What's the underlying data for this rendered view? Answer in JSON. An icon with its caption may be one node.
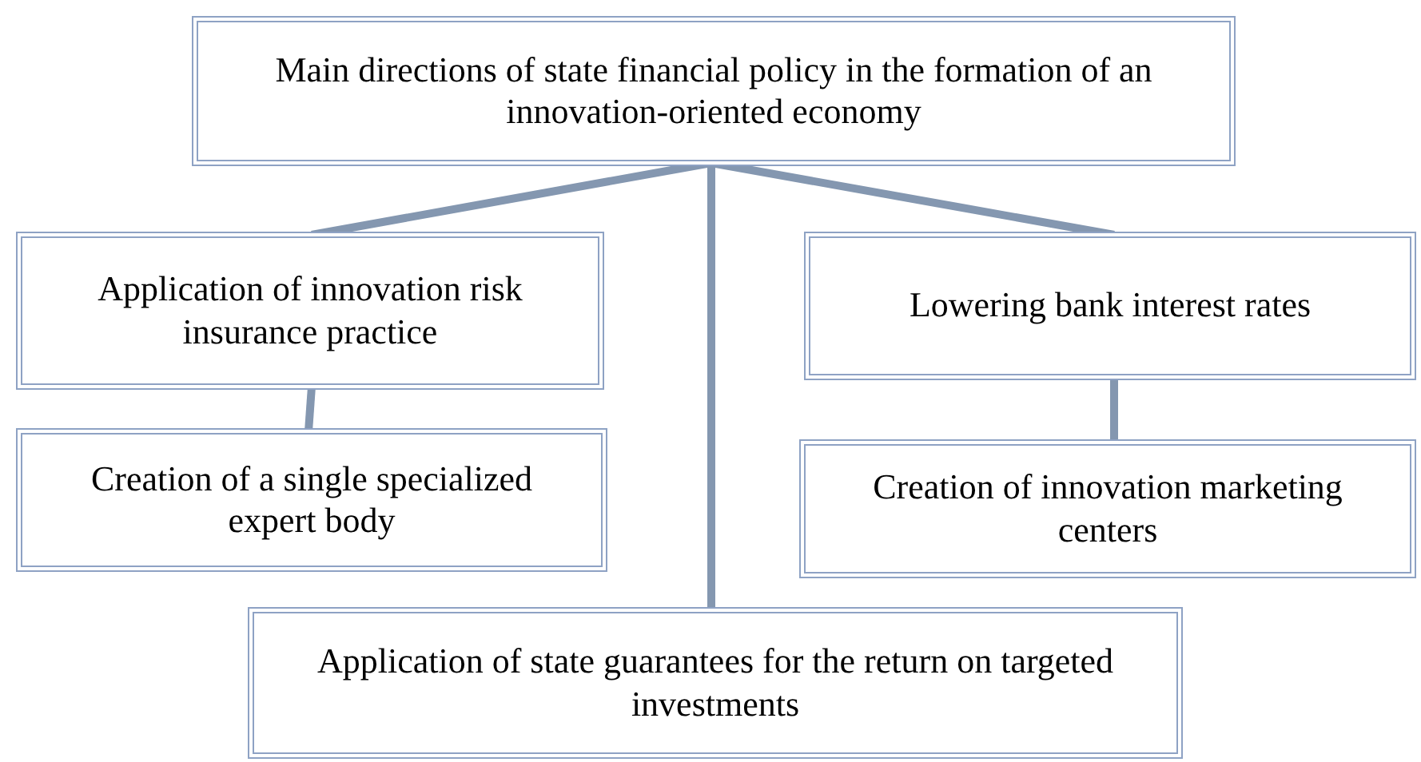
{
  "diagram": {
    "nodes": [
      {
        "text": [
          "Main directions of state financial policy in the formation of an innovation-oriented economy"
        ]
      },
      {
        "text": [
          "Application of innovation risk insurance practice"
        ]
      },
      {
        "text": [
          "Creation of a single specialized expert body"
        ]
      },
      {
        "text": [
          "Lowering bank interest rates"
        ]
      },
      {
        "text": [
          "Creation of innovation marketing centers"
        ]
      },
      {
        "text": [
          "Application of state guarantees for the return on targeted investments"
        ]
      }
    ],
    "edges": [
      {
        "from": 0,
        "to": 1,
        "arrow": "none"
      },
      {
        "from": 0,
        "to": 3,
        "arrow": "none"
      },
      {
        "from": 0,
        "to": 5,
        "arrow": "none"
      },
      {
        "from": 1,
        "to": 2,
        "arrow": "none"
      },
      {
        "from": 3,
        "to": 4,
        "arrow": "none"
      }
    ]
  }
}
